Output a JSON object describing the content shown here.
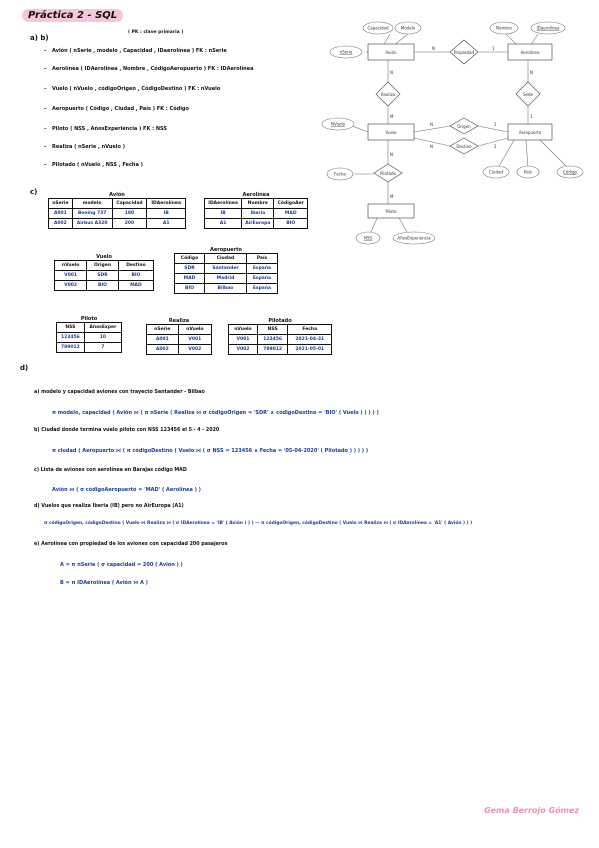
{
  "header": {
    "title": "Práctica 2 - SQL",
    "subtitle": "( PK : clave primaria )"
  },
  "section_ab": {
    "label": "a) b)",
    "lines": [
      "Avión ( nSerie , modelo , Capacidad , IDaerolínea )   FK : nSerie",
      "Aerolínea ( IDAerolínea , Nombre , CódigoAeropuerto )   FK : IDAerolínea",
      "Vuelo ( nVuelo , códigoOrigen , CódigoDestino )   FK : nVuelo",
      "Aeropuerto ( Código , Ciudad , País )   FK : Código",
      "Piloto ( NSS , AñosExperiencia )   FK : NSS",
      "Realiza ( nSerie , nVuelo )",
      "Pilotado ( nVuelo , NSS , Fecha )"
    ]
  },
  "section_c": {
    "label": "c)",
    "tables": [
      {
        "title": "Avión",
        "headers": [
          "nSerie",
          "modelo",
          "Capacidad",
          "IDAerolínea"
        ],
        "rows": [
          [
            "A001",
            "Boeing 737",
            "180",
            "IB"
          ],
          [
            "A002",
            "Airbus A320",
            "200",
            "A1"
          ]
        ]
      },
      {
        "title": "Aerolínea",
        "headers": [
          "IDAerolínea",
          "Nombre",
          "CódigoAer"
        ],
        "rows": [
          [
            "IB",
            "Iberia",
            "MAD"
          ],
          [
            "A1",
            "AirEuropa",
            "BIO"
          ]
        ]
      },
      {
        "title": "Vuelo",
        "headers": [
          "nVuelo",
          "Origen",
          "Destino"
        ],
        "rows": [
          [
            "V001",
            "SDR",
            "BIO"
          ],
          [
            "V002",
            "BIO",
            "MAD"
          ]
        ]
      },
      {
        "title": "Aeropuerto",
        "headers": [
          "Código",
          "Ciudad",
          "País"
        ],
        "rows": [
          [
            "SDR",
            "Santander",
            "España"
          ],
          [
            "MAD",
            "Madrid",
            "España"
          ],
          [
            "BIO",
            "Bilbao",
            "España"
          ]
        ]
      },
      {
        "title": "Piloto",
        "headers": [
          "NSS",
          "AñosExper"
        ],
        "rows": [
          [
            "123456",
            "10"
          ],
          [
            "789012",
            "7"
          ]
        ]
      },
      {
        "title": "Realiza",
        "headers": [
          "nSerie",
          "nVuelo"
        ],
        "rows": [
          [
            "A001",
            "V001"
          ],
          [
            "A002",
            "V002"
          ]
        ]
      },
      {
        "title": "Pilotado",
        "headers": [
          "nVuelo",
          "NSS",
          "Fecha"
        ],
        "rows": [
          [
            "V001",
            "123456",
            "2021-04-31"
          ],
          [
            "V002",
            "789012",
            "2021-05-01"
          ]
        ]
      }
    ]
  },
  "section_d": {
    "label": "d)",
    "items": [
      {
        "q": "a) modelo y capacidad aviones con trayecto Santander - Bilbao",
        "a": "π modelo, capacidad ( Avión ⋈ ( π nSerie ( Realiza ⋈ σ códigoOrigen = 'SDR' ∧ códigoDestino = 'BIO' ( Vuelo ) ) ) ) )"
      },
      {
        "q": "b) Ciudad donde termina vuelo piloto con NSS 123456 el 5 - 4 - 2020",
        "a": "π ciudad ( Aeropuerto ⋈ ( π códigoDestino ( Vuelo ⋈ ( σ NSS = 123456 ∧ Fecha = '05-04-2020' ( Pilotado ) ) ) ) )"
      },
      {
        "q": "c) Lista de aviones con aerolínea en Barajas código MAD",
        "a": "Avión ⋈ ( σ códigoAeropuerto = 'MAD' ( Aerolínea ) )"
      },
      {
        "q": "d) Vuelos que realiza Iberia (IB) pero no AirEuropa (A1)",
        "a": "π códigoOrigen, códigoDestino ( Vuelo ⋈ Realiza ⋈ ( σ IDAerolínea = 'IB' ( Avión ) ) )  —  π códigoOrigen, códigoDestino ( Vuelo ⋈ Realiza ⋈ ( σ IDAerolínea = 'A1' ( Avión ) ) )"
      },
      {
        "q": "e) Aerolínea con propiedad de los aviones con capacidad 200 pasajeros",
        "a": "A = π nSerie ( σ capacidad = 200 ( Avión ) )",
        "a2": "B = π IDAerolínea ( Avión ⋈ A )"
      }
    ]
  },
  "er_diagram": {
    "entities": [
      "Avión",
      "Aerolínea",
      "Vuelo",
      "Aeropuerto",
      "Piloto"
    ],
    "relations": [
      "Propiedad",
      "Realiza",
      "Sede",
      "Origen",
      "Destino",
      "Pilotado"
    ],
    "attributes": [
      "Capacidad",
      "Modelo",
      "nSerie",
      "Nombre",
      "IDaerolínea",
      "NVuelo",
      "Ciudad",
      "País",
      "Código",
      "Fecha",
      "NSS",
      "AñosExperiencia"
    ],
    "cardinalities": [
      "1",
      "N",
      "M"
    ]
  },
  "signature": "Gema Berrojo Gómez"
}
